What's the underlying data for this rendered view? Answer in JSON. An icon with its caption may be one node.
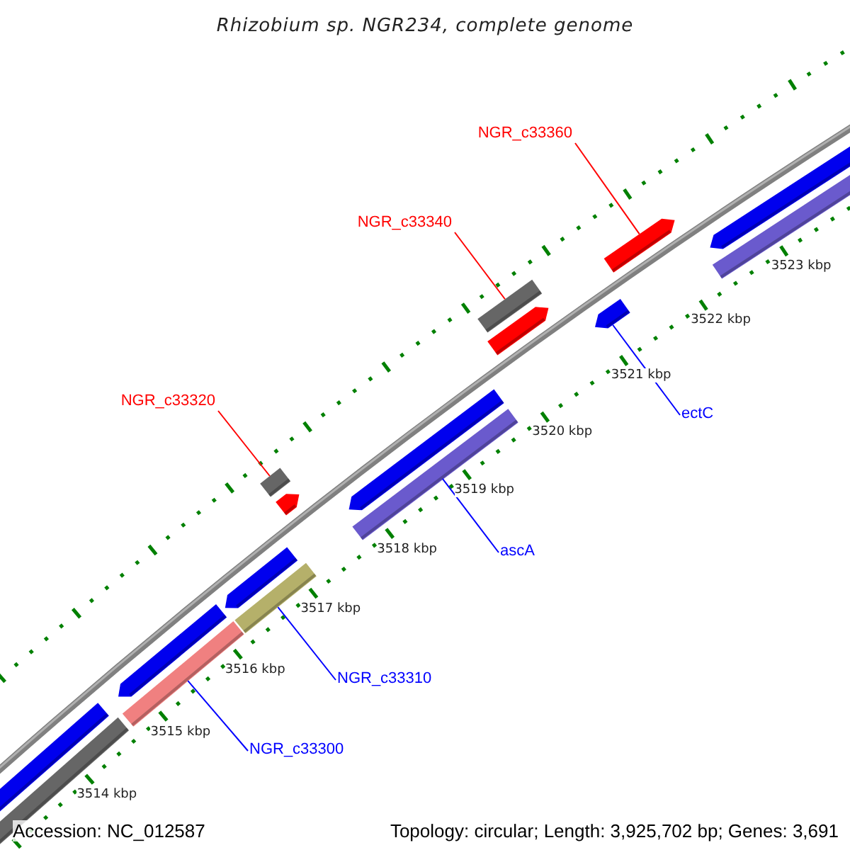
{
  "diagram": {
    "title": "Rhizobium sp. NGR234, complete genome",
    "nodes": [
      {
        "text": [
          "NGR_c33360"
        ]
      },
      {
        "text": [
          "NGR_c33340"
        ]
      },
      {
        "text": [
          "NGR_c33320"
        ]
      },
      {
        "text": [
          "ectC"
        ]
      },
      {
        "text": [
          "ascA"
        ]
      },
      {
        "text": [
          "NGR_c33310"
        ]
      },
      {
        "text": [
          "NGR_c33300"
        ]
      },
      {
        "text": [],
        "shape": "bar"
      },
      {
        "text": [],
        "shape": "bar"
      },
      {
        "text": [],
        "shape": "bar"
      },
      {
        "text": [],
        "shape": "bar"
      },
      {
        "text": [],
        "shape": "bar"
      },
      {
        "text": [],
        "shape": "bar"
      },
      {
        "text": [],
        "shape": "bar"
      }
    ],
    "edges": [
      {
        "from": 0,
        "to": 13,
        "arrow": "none",
        "color": "#ff0000"
      },
      {
        "from": 1,
        "to": 11,
        "arrow": "none",
        "color": "#ff0000"
      },
      {
        "from": 2,
        "to": 9,
        "arrow": "none",
        "color": "#ff0000"
      },
      {
        "from": 3,
        "to": 12,
        "arrow": "none"
      },
      {
        "from": 4,
        "to": 10,
        "arrow": "none"
      },
      {
        "from": 5,
        "to": 8,
        "arrow": "none"
      },
      {
        "from": 6,
        "to": 7,
        "arrow": "none"
      }
    ],
    "labels": [
      "3523 kbp",
      "3522 kbp",
      "3521 kbp",
      "3520 kbp",
      "3519 kbp",
      "3518 kbp",
      "3517 kbp",
      "3516 kbp",
      "3515 kbp",
      "3514 kbp",
      "Accession: NC_012587",
      "Topology: circular; Length: 3,925,702 bp; Genes: 3,691"
    ]
  }
}
